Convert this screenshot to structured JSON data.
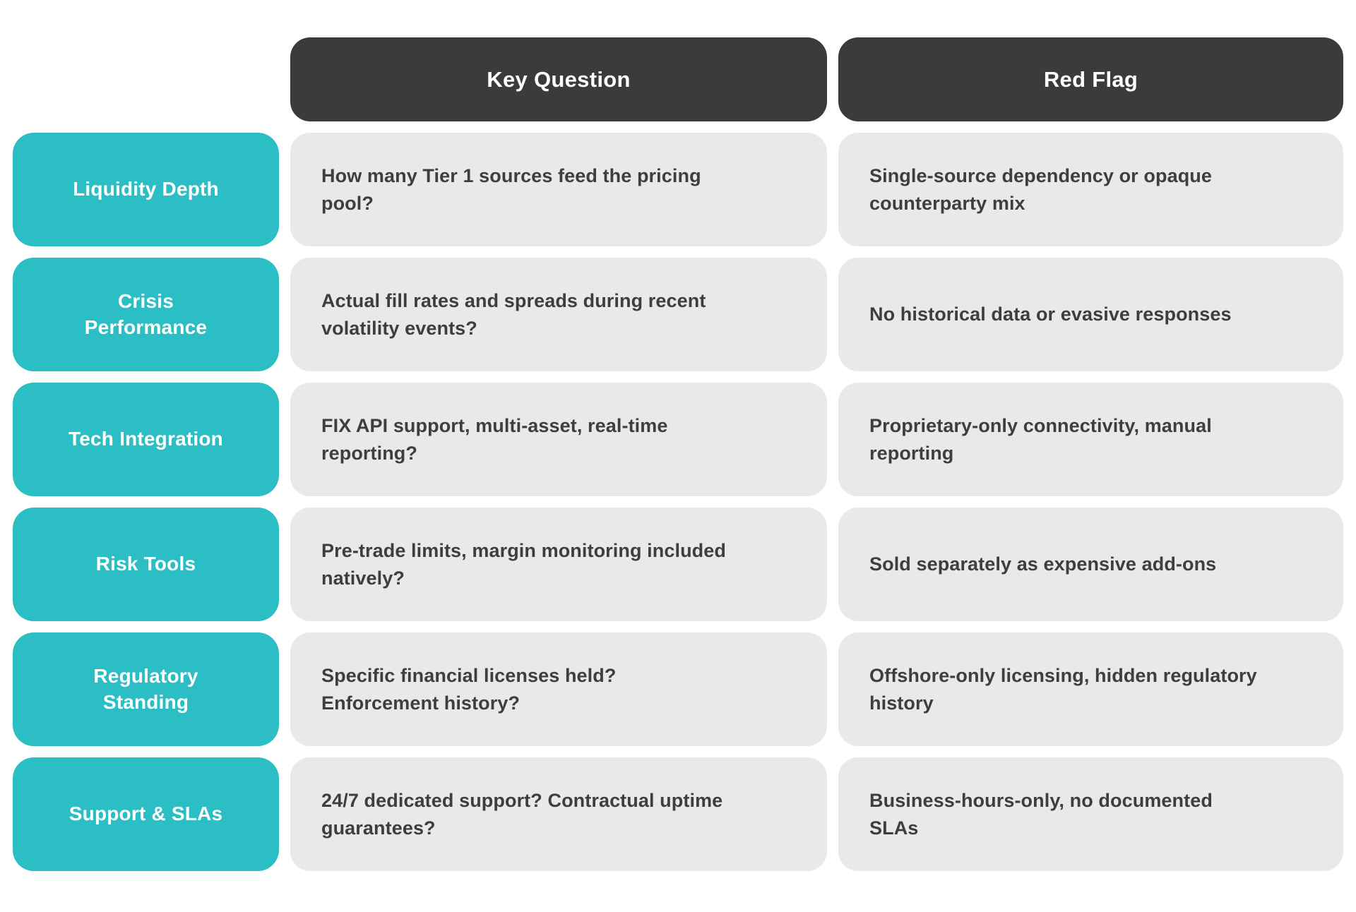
{
  "title": "Liquidity provider due-diligence comparison table",
  "colors": {
    "page_bg": "#FFFFFF",
    "header_bg": "#3B3B3D",
    "header_text": "#FFFFFF",
    "label_bg": "#2BBEC4",
    "label_text": "#FFFFFF",
    "cell_bg": "#E9E9E9",
    "cell_text": "#3E3E40"
  },
  "table": {
    "columns": [
      {
        "label": "Key Question"
      },
      {
        "label": "Red Flag"
      }
    ],
    "rows": [
      {
        "label": "Liquidity Depth",
        "question": "How many Tier 1 sources feed the pricing\npool?",
        "red_flag": "Single-source dependency or opaque\ncounterparty mix"
      },
      {
        "label": "Crisis\nPerformance",
        "question": "Actual fill rates and spreads during recent\nvolatility events?",
        "red_flag": "No historical data or evasive responses"
      },
      {
        "label": "Tech Integration",
        "question": "FIX API support, multi-asset, real-time\nreporting?",
        "red_flag": "Proprietary-only connectivity, manual\nreporting"
      },
      {
        "label": "Risk Tools",
        "question": "Pre-trade limits, margin monitoring included\nnatively?",
        "red_flag": "Sold separately as expensive add-ons"
      },
      {
        "label": "Regulatory\nStanding",
        "question": "Specific financial licenses held?\nEnforcement history?",
        "red_flag": "Offshore-only licensing, hidden regulatory\nhistory"
      },
      {
        "label": "Support & SLAs",
        "question": "24/7 dedicated support? Contractual uptime\nguarantees?",
        "red_flag": "Business-hours-only, no documented\nSLAs"
      }
    ]
  },
  "chart_data": {
    "type": "table",
    "columns": [
      "",
      "Key Question",
      "Red Flag"
    ],
    "rows": [
      [
        "Liquidity Depth",
        "How many Tier 1 sources feed the pricing pool?",
        "Single-source dependency or opaque counterparty mix"
      ],
      [
        "Crisis Performance",
        "Actual fill rates and spreads during recent volatility events?",
        "No historical data or evasive responses"
      ],
      [
        "Tech Integration",
        "FIX API support, multi-asset, real-time reporting?",
        "Proprietary-only connectivity, manual reporting"
      ],
      [
        "Risk Tools",
        "Pre-trade limits, margin monitoring included natively?",
        "Sold separately as expensive add-ons"
      ],
      [
        "Regulatory Standing",
        "Specific financial licenses held? Enforcement history?",
        "Offshore-only licensing, hidden regulatory history"
      ],
      [
        "Support & SLAs",
        "24/7 dedicated support? Contractual uptime guarantees?",
        "Business-hours-only, no documented SLAs"
      ]
    ]
  }
}
